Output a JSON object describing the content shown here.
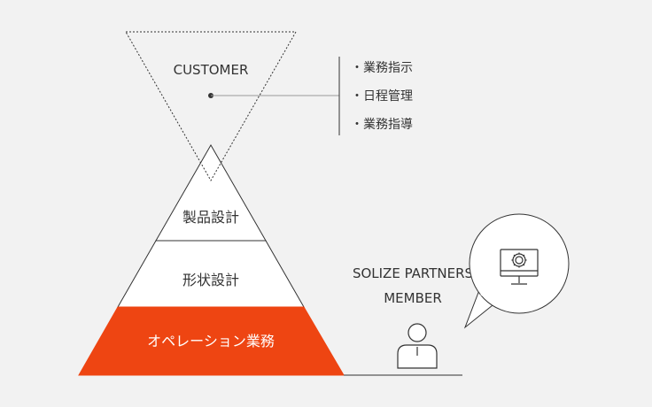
{
  "customer": {
    "label": "CUSTOMER",
    "items": [
      "・業務指示",
      "・日程管理",
      "・業務指導"
    ]
  },
  "pyramid": {
    "levels": [
      {
        "label": "製品設計",
        "highlight": false
      },
      {
        "label": "形状設計",
        "highlight": false
      },
      {
        "label": "オペレーション業務",
        "highlight": true
      }
    ]
  },
  "member": {
    "label_line1": "SOLIZE PARTNERS",
    "label_line2": "MEMBER"
  },
  "icons": {
    "monitor": "gear-monitor-icon",
    "person": "person-icon"
  },
  "colors": {
    "background": "#f2f2f2",
    "highlight": "#ee4512",
    "line": "#333333",
    "fill": "#ffffff"
  }
}
